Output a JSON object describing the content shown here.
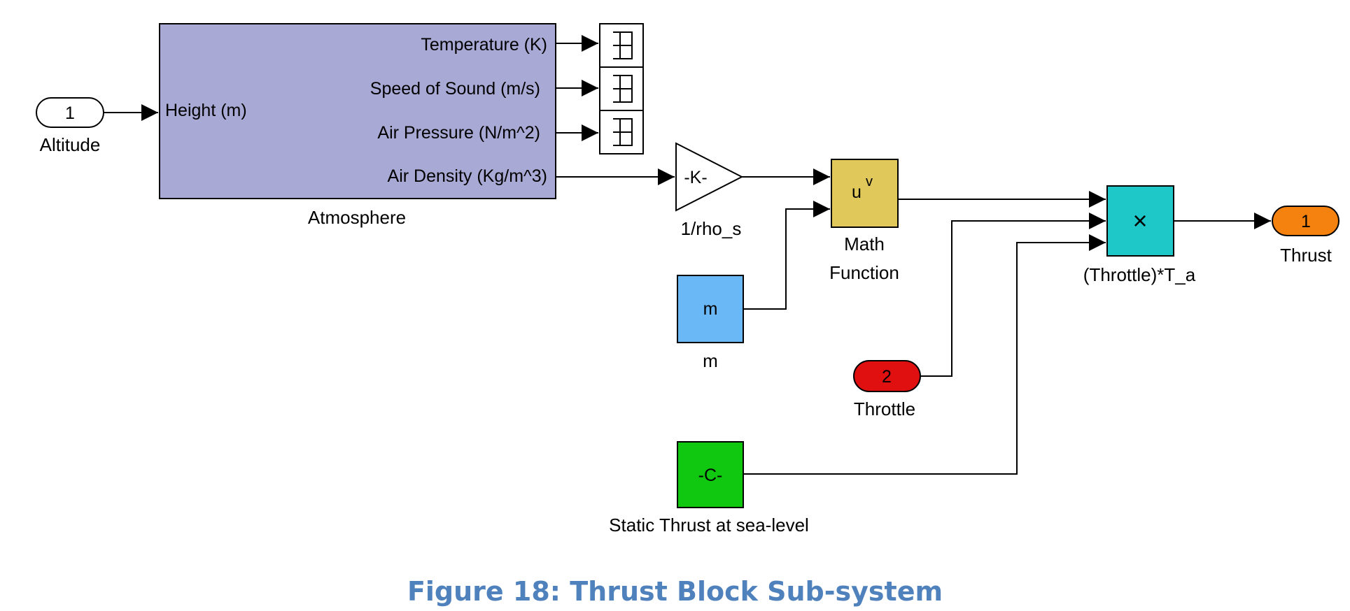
{
  "caption": "Figure 18: Thrust Block Sub-system",
  "colors": {
    "atmosphere": "#a9a9d6",
    "math_function": "#e1c85a",
    "m_block": "#6ab8f5",
    "product": "#1ec8c8",
    "constant": "#10c810",
    "throttle_inport": "#e01010",
    "thrust_outport": "#f5820f",
    "altitude_inport": "#ffffff"
  },
  "blocks": {
    "altitude": {
      "port": "1",
      "label": "Altitude"
    },
    "atmosphere": {
      "label": "Atmosphere",
      "input": "Height (m)",
      "outputs": [
        "Temperature (K)",
        "Speed of Sound (m/s)",
        "Air Pressure (N/m^2)",
        "Air Density (Kg/m^3)"
      ]
    },
    "gain": {
      "text": "-K-",
      "label": "1/rho_s"
    },
    "m_block": {
      "text": "m",
      "label": "m"
    },
    "math_function": {
      "text": "u",
      "superscript": "v",
      "label_line1": "Math",
      "label_line2": "Function"
    },
    "throttle": {
      "port": "2",
      "label": "Throttle"
    },
    "constant": {
      "text": "-C-",
      "label": "Static Thrust at sea-level"
    },
    "product": {
      "text": "×",
      "label": "(Throttle)*T_a"
    },
    "thrust": {
      "port": "1",
      "label": "Thrust"
    },
    "terminators": [
      "terminator",
      "terminator",
      "terminator"
    ]
  }
}
